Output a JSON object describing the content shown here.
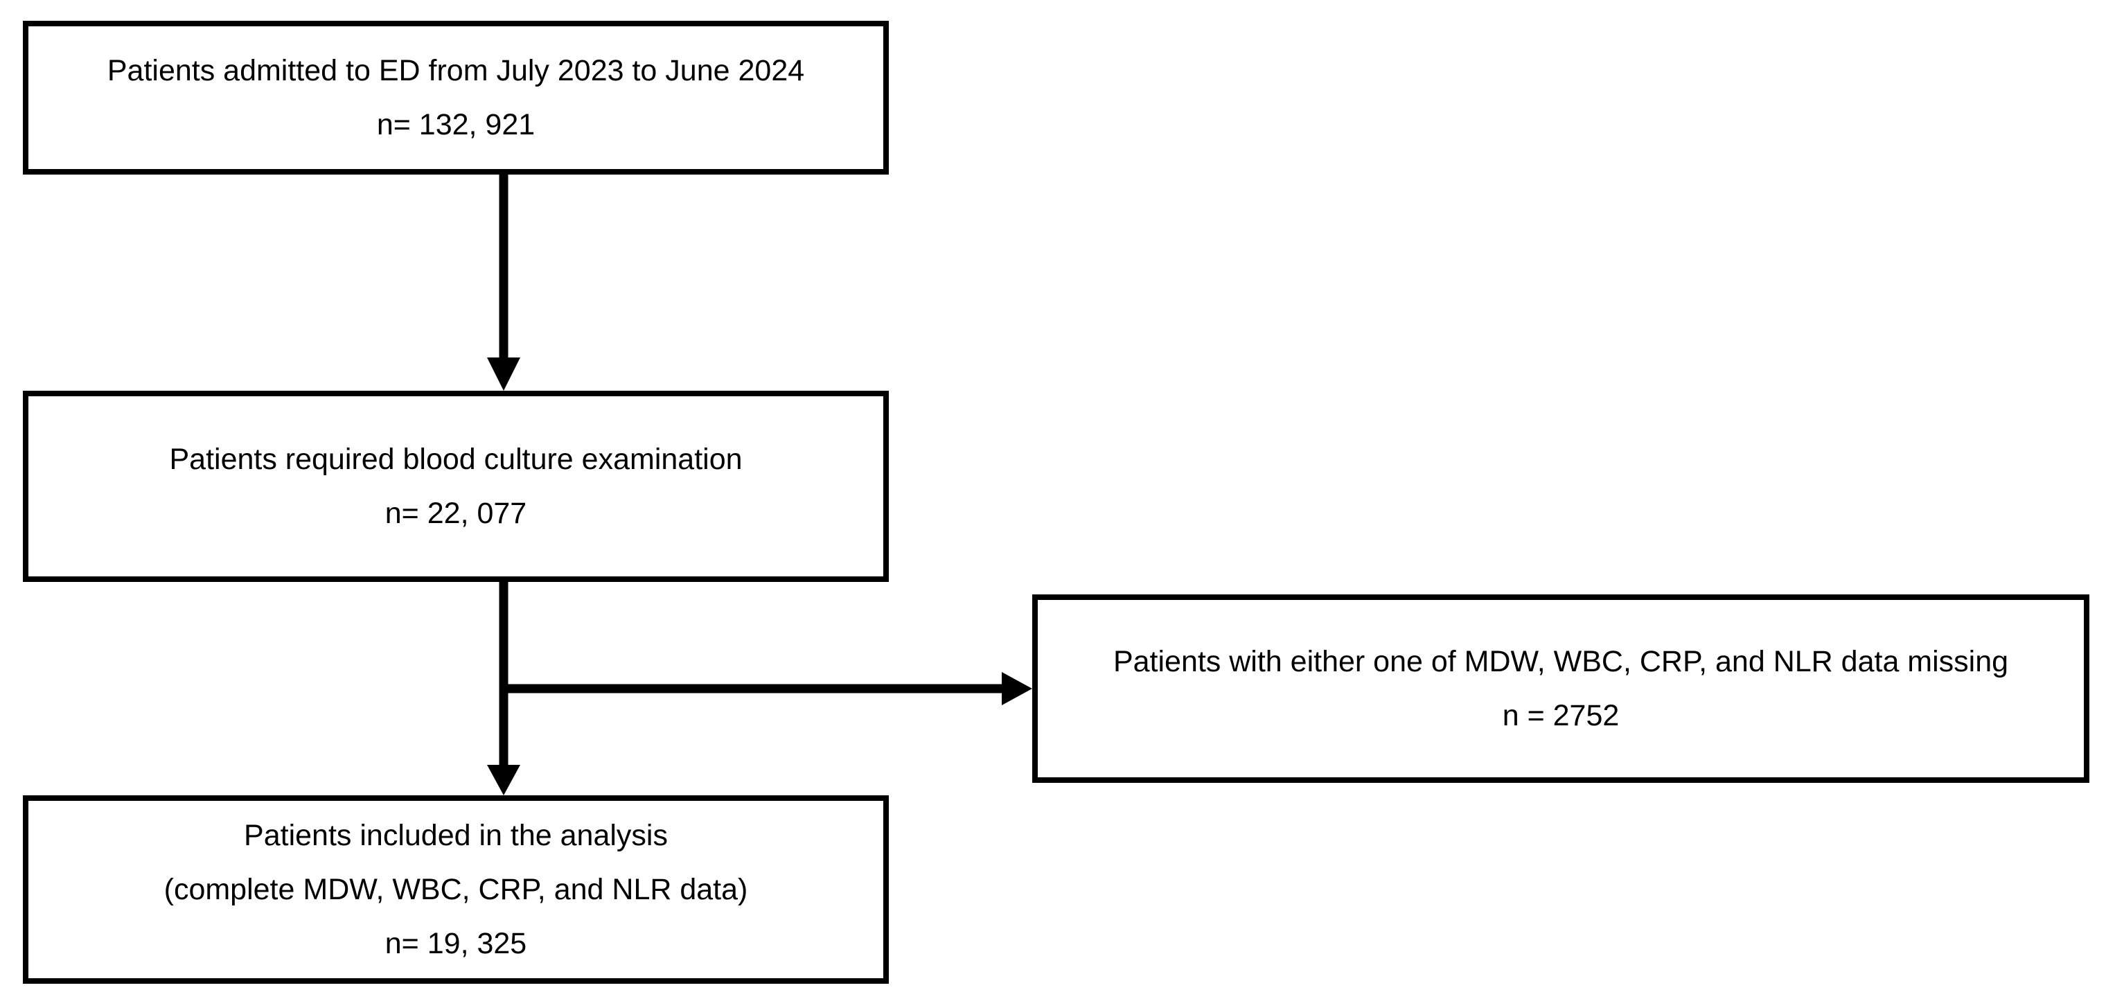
{
  "flowchart": {
    "boxes": {
      "admitted": {
        "line1": "Patients admitted to ED from July 2023 to June 2024",
        "line2": "n= 132, 921"
      },
      "blood_culture": {
        "line1": "Patients required blood culture examination",
        "line2": "n= 22, 077"
      },
      "excluded": {
        "line1": "Patients with either one of MDW, WBC, CRP, and NLR data missing",
        "line2": "n = 2752"
      },
      "included": {
        "line1": "Patients included in the analysis",
        "line2": "(complete MDW, WBC, CRP, and NLR data)",
        "line3": "n= 19, 325"
      }
    },
    "colors": {
      "line": "#000000",
      "text": "#000000",
      "background": "#ffffff"
    }
  }
}
